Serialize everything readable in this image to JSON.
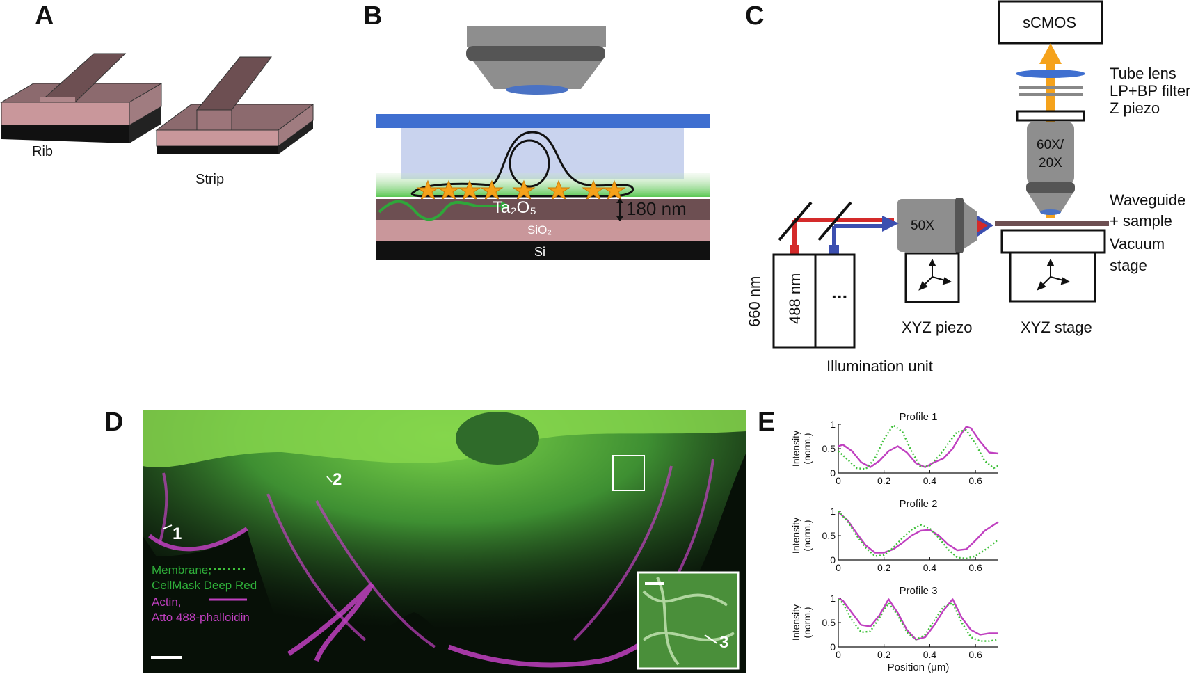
{
  "panels": {
    "a": "A",
    "b": "B",
    "c": "C",
    "d": "D",
    "e": "E"
  },
  "panel_a": {
    "rib": "Rib",
    "strip": "Strip"
  },
  "panel_b": {
    "core": "Ta₂O₅",
    "thickness": "180 nm",
    "cladding": "SiO₂",
    "substrate": "Si"
  },
  "panel_c": {
    "camera": "sCMOS",
    "tube_lens": "Tube lens",
    "filter": "LP+BP filter",
    "z_piezo": "Z piezo",
    "objective_top": "60X/",
    "objective_bottom": "20X",
    "waveguide": "Waveguide",
    "sample": "+ sample",
    "vacuum": "Vacuum",
    "stage": "stage",
    "coupling_obj": "50X",
    "laser1": "660 nm",
    "laser2": "488 nm",
    "more": "...",
    "xyz_piezo": "XYZ piezo",
    "xyz_stage": "XYZ stage",
    "illumination": "Illumination unit"
  },
  "panel_d": {
    "profile_marks": [
      "1",
      "2",
      "3"
    ],
    "legend": {
      "membrane": "Membrane,",
      "membrane_dye": "CellMask Deep Red",
      "actin": "Actin,",
      "actin_dye": "Atto 488-phalloidin"
    }
  },
  "colors": {
    "membrane": "#3fbf3a",
    "actin": "#c040c0",
    "laser_red": "#d42a2a",
    "laser_blue": "#3c4fb0",
    "emission": "#f5a21b"
  },
  "chart_data": [
    {
      "type": "line",
      "title": "Profile 1",
      "xlabel": "",
      "ylabel": "Intensity (norm.)",
      "xlim": [
        0,
        0.7
      ],
      "ylim": [
        0,
        1
      ],
      "xticks": [
        "0",
        "0.2",
        "0.4",
        "0.6"
      ],
      "yticks": [
        "0",
        "0.5",
        "1"
      ],
      "series": [
        {
          "style": "solid",
          "color": "#c040c0",
          "x": [
            0,
            0.02,
            0.06,
            0.1,
            0.14,
            0.18,
            0.22,
            0.26,
            0.3,
            0.34,
            0.38,
            0.42,
            0.46,
            0.5,
            0.54,
            0.56,
            0.58,
            0.62,
            0.66,
            0.7
          ],
          "values": [
            0.55,
            0.58,
            0.45,
            0.22,
            0.12,
            0.25,
            0.45,
            0.55,
            0.42,
            0.2,
            0.12,
            0.22,
            0.3,
            0.5,
            0.82,
            0.95,
            0.92,
            0.65,
            0.42,
            0.4
          ]
        },
        {
          "style": "dotted",
          "color": "#3fbf3a",
          "x": [
            0,
            0.04,
            0.08,
            0.12,
            0.16,
            0.2,
            0.24,
            0.28,
            0.32,
            0.36,
            0.4,
            0.44,
            0.48,
            0.52,
            0.56,
            0.6,
            0.64,
            0.68,
            0.7
          ],
          "values": [
            0.45,
            0.28,
            0.1,
            0.08,
            0.3,
            0.7,
            0.98,
            0.85,
            0.45,
            0.12,
            0.15,
            0.35,
            0.6,
            0.85,
            0.88,
            0.6,
            0.25,
            0.1,
            0.15
          ]
        }
      ]
    },
    {
      "type": "line",
      "title": "Profile 2",
      "xlabel": "",
      "ylabel": "Intensity (norm.)",
      "xlim": [
        0,
        0.7
      ],
      "ylim": [
        0,
        1
      ],
      "xticks": [
        "0",
        "0.2",
        "0.4",
        "0.6"
      ],
      "yticks": [
        "0",
        "0.5",
        "1"
      ],
      "series": [
        {
          "style": "solid",
          "color": "#c040c0",
          "x": [
            0,
            0.04,
            0.08,
            0.12,
            0.16,
            0.2,
            0.24,
            0.28,
            0.32,
            0.36,
            0.4,
            0.44,
            0.48,
            0.52,
            0.56,
            0.6,
            0.64,
            0.7
          ],
          "values": [
            0.98,
            0.82,
            0.55,
            0.3,
            0.15,
            0.15,
            0.22,
            0.35,
            0.5,
            0.6,
            0.62,
            0.5,
            0.32,
            0.2,
            0.22,
            0.4,
            0.6,
            0.78
          ]
        },
        {
          "style": "dotted",
          "color": "#3fbf3a",
          "x": [
            0,
            0.04,
            0.08,
            0.12,
            0.16,
            0.2,
            0.24,
            0.28,
            0.32,
            0.36,
            0.4,
            0.44,
            0.48,
            0.52,
            0.56,
            0.6,
            0.64,
            0.7
          ],
          "values": [
            1.0,
            0.8,
            0.5,
            0.25,
            0.08,
            0.1,
            0.25,
            0.45,
            0.62,
            0.72,
            0.65,
            0.45,
            0.22,
            0.05,
            0.03,
            0.08,
            0.2,
            0.42
          ]
        }
      ]
    },
    {
      "type": "line",
      "title": "Profile 3",
      "xlabel": "Position (μm)",
      "ylabel": "Intensity (norm.)",
      "xlim": [
        0,
        0.7
      ],
      "ylim": [
        0,
        1
      ],
      "xticks": [
        "0",
        "0.2",
        "0.4",
        "0.6"
      ],
      "yticks": [
        "0",
        "0.5",
        "1"
      ],
      "series": [
        {
          "style": "solid",
          "color": "#c040c0",
          "x": [
            0,
            0.02,
            0.06,
            0.1,
            0.14,
            0.18,
            0.22,
            0.26,
            0.3,
            0.34,
            0.38,
            0.42,
            0.46,
            0.5,
            0.54,
            0.58,
            0.62,
            0.66,
            0.7
          ],
          "values": [
            1.0,
            0.95,
            0.7,
            0.45,
            0.42,
            0.65,
            0.98,
            0.7,
            0.35,
            0.15,
            0.2,
            0.45,
            0.75,
            0.98,
            0.6,
            0.35,
            0.25,
            0.28,
            0.28
          ]
        },
        {
          "style": "dotted",
          "color": "#3fbf3a",
          "x": [
            0,
            0.02,
            0.06,
            0.1,
            0.14,
            0.18,
            0.22,
            0.26,
            0.3,
            0.34,
            0.38,
            0.42,
            0.46,
            0.5,
            0.54,
            0.58,
            0.62,
            0.66,
            0.7
          ],
          "values": [
            0.98,
            0.9,
            0.55,
            0.3,
            0.32,
            0.6,
            0.9,
            0.65,
            0.3,
            0.15,
            0.25,
            0.55,
            0.82,
            0.9,
            0.5,
            0.2,
            0.12,
            0.12,
            0.15
          ]
        }
      ]
    }
  ]
}
